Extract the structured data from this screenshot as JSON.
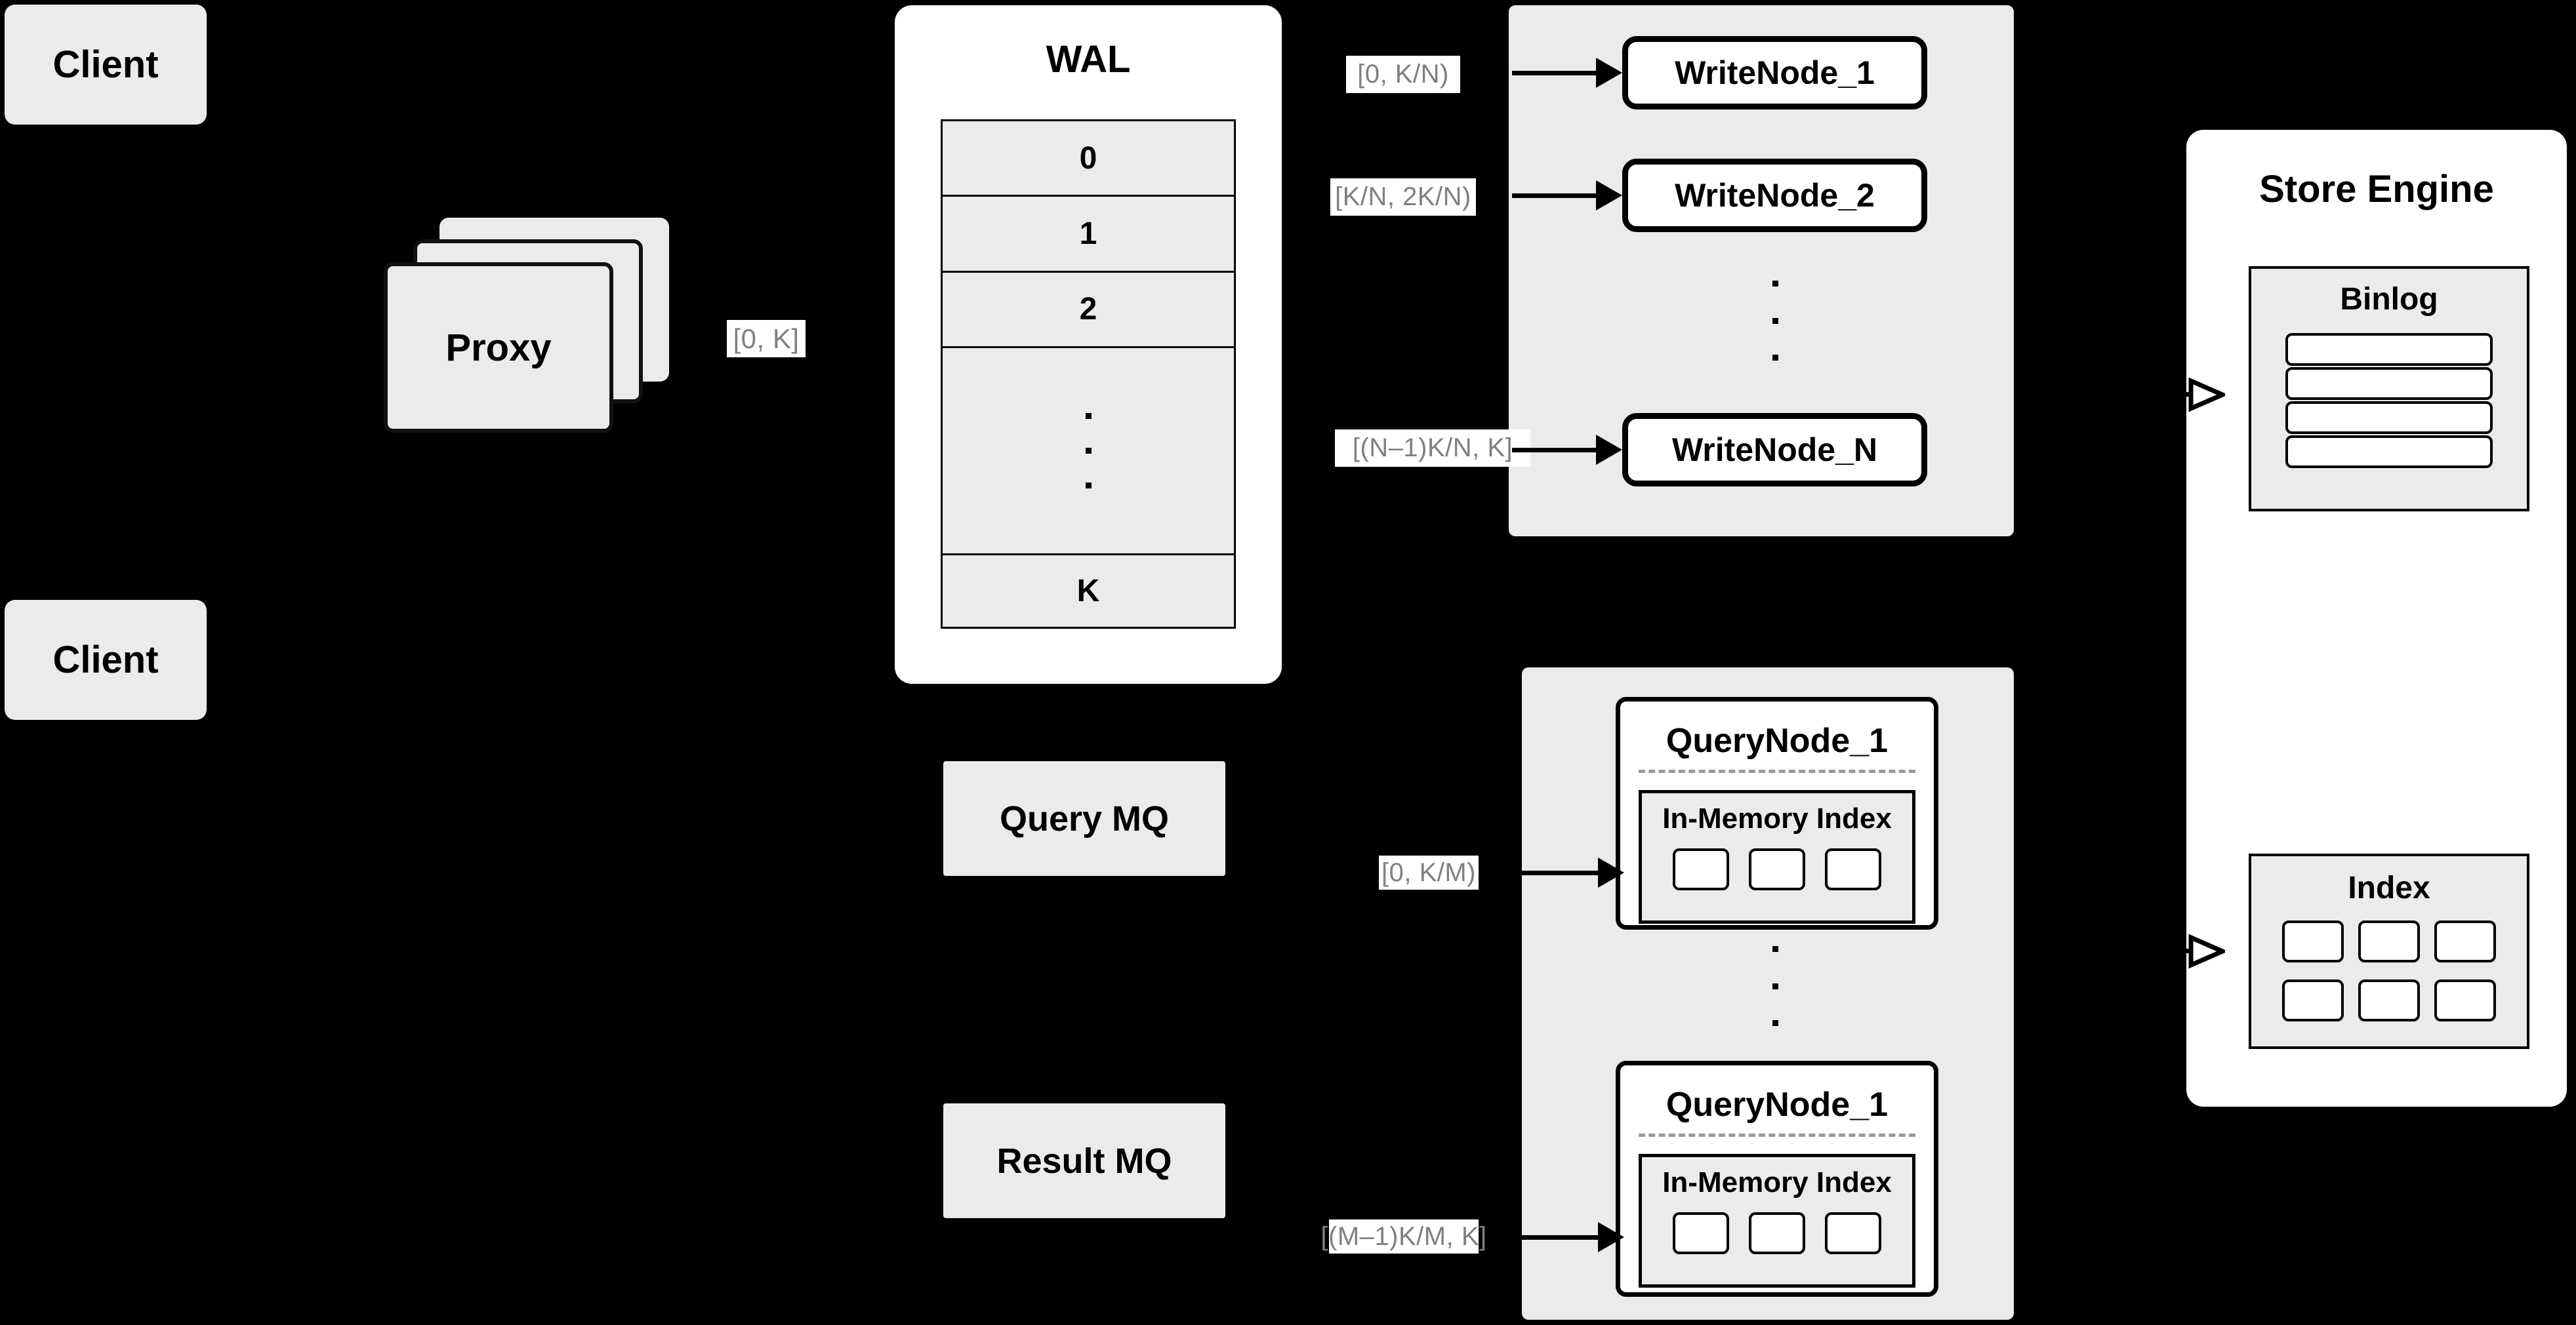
{
  "diagram": {
    "title": "Distributed Vector Database Write/Query Architecture",
    "background_color": "#000000",
    "panel_gray": "#ebebeb",
    "panel_white": "#ffffff",
    "label_text_color": "#808080"
  },
  "clients": [
    {
      "label": "Client"
    },
    {
      "label": "Client"
    }
  ],
  "proxy": {
    "label": "Proxy",
    "stack_count": 3,
    "range_label": "[0, K]"
  },
  "wal": {
    "title": "WAL",
    "rows": [
      "0",
      "1",
      "2",
      "",
      "K"
    ],
    "dots_row_index": 3,
    "dots_count": 3
  },
  "write_cluster": {
    "nodes": [
      {
        "label": "WriteNode_1",
        "range_label": "[0,  K/N)"
      },
      {
        "label": "WriteNode_2",
        "range_label": "[K/N, 2K/N)"
      },
      {
        "label": "WriteNode_N",
        "range_label": "[(N–1)K/N,  K]"
      }
    ],
    "dots_count": 3
  },
  "query_cluster": {
    "nodes": [
      {
        "label": "QueryNode_1",
        "range_label": "[0, K/M)",
        "index_title": "In-Memory Index",
        "index_cells": [
          "",
          "",
          ""
        ]
      },
      {
        "label": "QueryNode_1",
        "range_label": "[(M–1)K/M, K]",
        "index_title": "In-Memory Index",
        "index_cells": [
          "",
          "",
          ""
        ]
      }
    ],
    "dots_count": 3
  },
  "message_queues": [
    {
      "label": "Query MQ"
    },
    {
      "label": "Result MQ"
    }
  ],
  "store_engine": {
    "title": "Store Engine",
    "binlog": {
      "title": "Binlog",
      "rows": [
        "",
        "",
        "",
        ""
      ]
    },
    "index": {
      "title": "Index",
      "cells": [
        "",
        "",
        "",
        "",
        "",
        ""
      ]
    }
  },
  "arrows": {
    "write_node_arrows": 3,
    "query_node_arrows": 2,
    "store_engine_arrows": 2,
    "solid_head_style": "filled-triangle",
    "open_head_style": "hollow-triangle"
  }
}
